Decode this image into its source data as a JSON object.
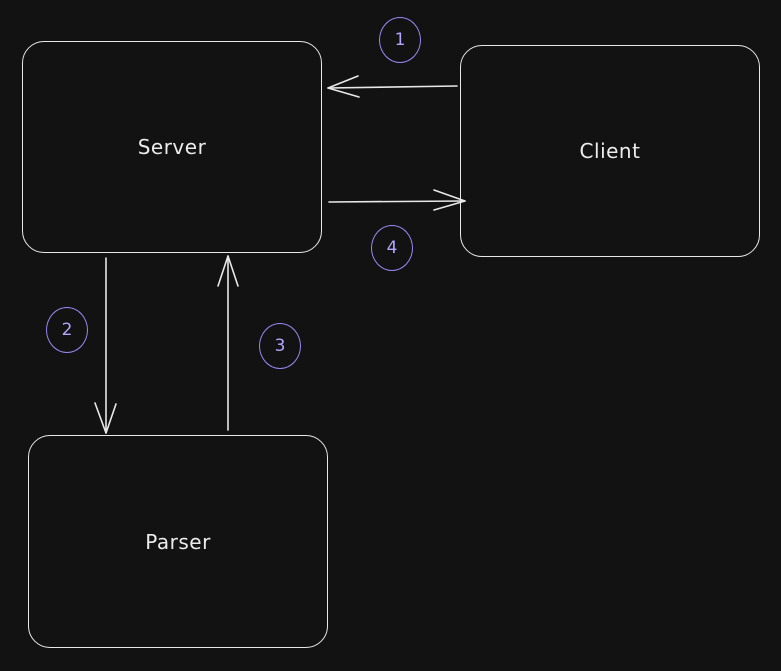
{
  "nodes": {
    "server": {
      "label": "Server"
    },
    "client": {
      "label": "Client"
    },
    "parser": {
      "label": "Parser"
    }
  },
  "steps": [
    "1",
    "2",
    "3",
    "4"
  ],
  "edges": [
    {
      "from": "client",
      "to": "server",
      "step": "1"
    },
    {
      "from": "server",
      "to": "parser",
      "step": "2"
    },
    {
      "from": "parser",
      "to": "server",
      "step": "3"
    },
    {
      "from": "server",
      "to": "client",
      "step": "4"
    }
  ],
  "colors": {
    "background": "#121212",
    "stroke": "#e8e8e8",
    "step_accent": "#9b87f5"
  }
}
